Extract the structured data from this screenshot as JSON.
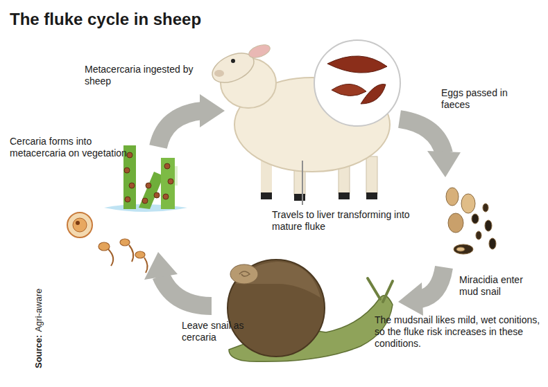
{
  "diagram": {
    "title": "The fluke cycle in sheep",
    "labels": [
      "Metacercaria ingested by sheep",
      "Eggs passed in faeces",
      "Cercaria forms into metacercaria on vegetation",
      "Travels to liver transforming into mature fluke",
      "Miracidia enter mud snail",
      "Leave snail as cercaria",
      "The mudsnail likes mild, wet conitions, so the fluke risk increases in these conditions.",
      "Source:",
      "Agri-aware"
    ]
  }
}
